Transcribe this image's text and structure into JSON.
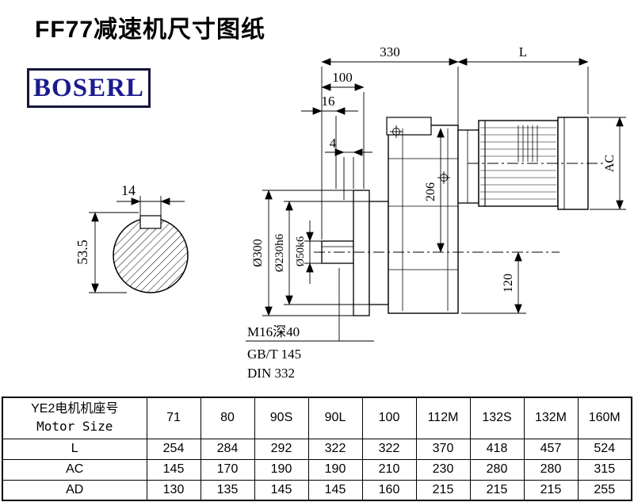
{
  "title": "FF77减速机尺寸图纸",
  "logo": "BOSERL",
  "drawing": {
    "dim_330": "330",
    "dim_L": "L",
    "dim_100": "100",
    "dim_16": "16",
    "dim_4": "4",
    "dim_AC": "AC",
    "dim_206": "206",
    "dim_120": "120",
    "dia_300": "Ø300",
    "dia_230": "Ø230h6",
    "dia_50": "Ø50k6",
    "dim_14": "14",
    "dim_53_5": "53.5",
    "note_line1": "M16深40",
    "note_line2": "GB/T 145",
    "note_line3": "DIN 332"
  },
  "table": {
    "header_cn": "YE2电机机座号",
    "header_en": "Motor Size",
    "columns": [
      "71",
      "80",
      "90S",
      "90L",
      "100",
      "112M",
      "132S",
      "132M",
      "160M"
    ],
    "rows": [
      {
        "label": "L",
        "values": [
          "254",
          "284",
          "292",
          "322",
          "322",
          "370",
          "418",
          "457",
          "524"
        ]
      },
      {
        "label": "AC",
        "values": [
          "145",
          "170",
          "190",
          "190",
          "210",
          "230",
          "280",
          "280",
          "315"
        ]
      },
      {
        "label": "AD",
        "values": [
          "130",
          "135",
          "145",
          "145",
          "160",
          "215",
          "215",
          "215",
          "255"
        ]
      }
    ]
  }
}
